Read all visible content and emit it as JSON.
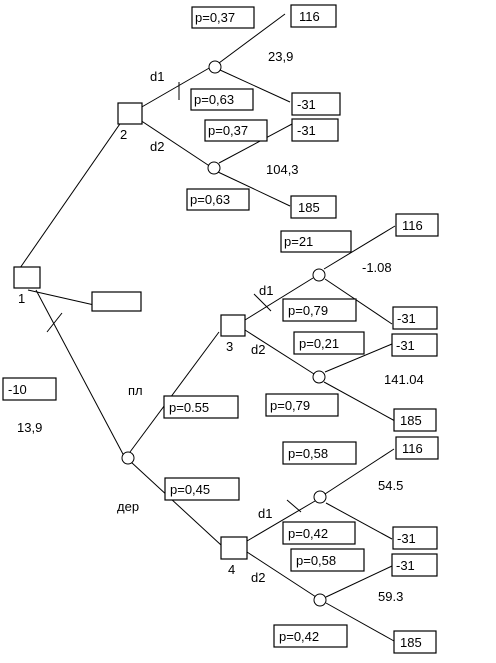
{
  "decision_nodes": [
    {
      "id": "n1",
      "label": "1"
    },
    {
      "id": "n2",
      "label": "2"
    },
    {
      "id": "n3",
      "label": "3"
    },
    {
      "id": "n4",
      "label": "4"
    }
  ],
  "branch_labels": {
    "n2_d1": "d1",
    "n2_d2": "d2",
    "n3_d1": "d1",
    "n3_d2": "d2",
    "n4_d1": "d1",
    "n4_d2": "d2",
    "pl": "пл",
    "der": "дер"
  },
  "probabilities": {
    "c1_up": "p=0,37",
    "c1_down": "p=0,63",
    "c2_up": "p=0,37",
    "c2_down": "p=0,63",
    "c3_up": "p=21",
    "c3_down": "p=0,79",
    "c4_up": "p=0,21",
    "c4_down": "p=0,79",
    "pl": "p=0.55",
    "der": "p=0,45",
    "c5_up": "p=0,58",
    "c5_down": "p=0,42",
    "c6_up": "p=0,58",
    "c6_down": "p=0,42"
  },
  "outcomes": {
    "c1_up": "116",
    "c1_down": "-31",
    "c2_up": "-31",
    "c2_down": "185",
    "c3_up": "116",
    "c3_down": "-31",
    "c4_up": "-31",
    "c4_down": "185",
    "c5_up": "116",
    "c5_down": "-31",
    "c6_up": "-31",
    "c6_down": "185",
    "stop": "-10",
    "empty": ""
  },
  "expected_values": {
    "c1": "23,9",
    "c2": "104,3",
    "c3": "-1.08",
    "c4": "141.04",
    "c5": "54.5",
    "c6": "59.3",
    "root": "13,9"
  }
}
